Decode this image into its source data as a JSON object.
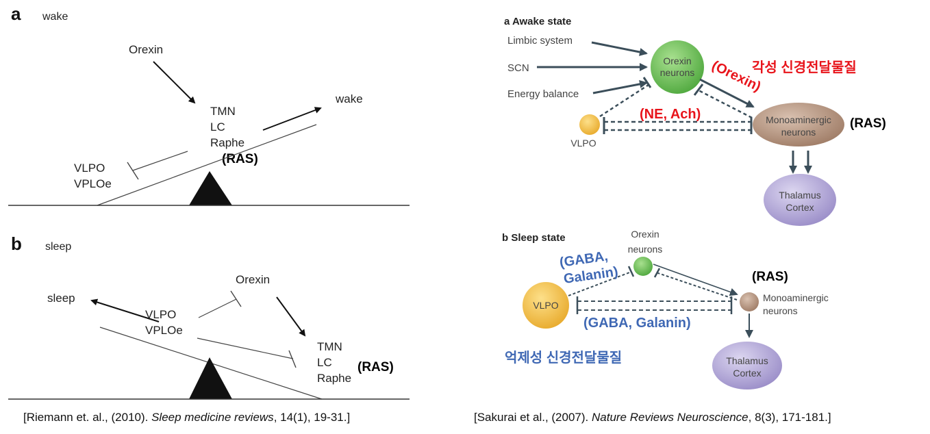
{
  "left_a": {
    "panel_letter": "a",
    "panel_title": "wake",
    "orexin": "Orexin",
    "tmn": "TMN",
    "lc": "LC",
    "raphe": "Raphe",
    "ras": "(RAS)",
    "wake": "wake",
    "vlpo": "VLPO",
    "vploe": "VPLOe"
  },
  "left_b": {
    "panel_letter": "b",
    "panel_title": "sleep",
    "orexin": "Orexin",
    "sleep": "sleep",
    "vlpo": "VLPO",
    "vploe": "VPLOe",
    "tmn": "TMN",
    "lc": "LC",
    "raphe": "Raphe",
    "ras": "(RAS)"
  },
  "right_a": {
    "title": "a Awake state",
    "limbic": "Limbic system",
    "scn": "SCN",
    "energy": "Energy balance",
    "orexin_neurons_1": "Orexin",
    "orexin_neurons_2": "neurons",
    "vlpo": "VLPO",
    "mono_1": "Monoaminergic",
    "mono_2": "neurons",
    "thalamus_1": "Thalamus",
    "thalamus_2": "Cortex",
    "ras": "(RAS)",
    "red_title": "각성 신경전달물질",
    "red_orexin": "(Orexin)",
    "red_ne": "(NE, Ach)"
  },
  "right_b": {
    "title": "b Sleep state",
    "orexin_1": "Orexin",
    "orexin_2": "neurons",
    "vlpo": "VLPO",
    "mono_1": "Monoaminergic",
    "mono_2": "neurons",
    "thalamus_1": "Thalamus",
    "thalamus_2": "Cortex",
    "ras": "(RAS)",
    "blue_gaba_1": "(GABA,",
    "blue_gaba_2": "Galanin)",
    "blue_gaba_line": "(GABA, Galanin)",
    "blue_title": "억제성 신경전달물질"
  },
  "citations": {
    "left_pre": "[Riemann et. al., (2010). ",
    "left_journal": "Sleep medicine reviews",
    "left_post": ", 14(1), 19-31.]",
    "right_pre": "[Sakurai et al., (2007). ",
    "right_journal": "Nature Reviews Neuroscience",
    "right_post": ", 8(3), 171-181.]"
  },
  "colors": {
    "orexin_node": "#6cc35a",
    "vlpo_node": "#f2be45",
    "mono_node": "#b99782",
    "thalamus_node": "#b3a8d6",
    "arrow_dark": "#3b4e5a",
    "red_text": "#e8141b",
    "blue_text": "#3f68b4"
  }
}
